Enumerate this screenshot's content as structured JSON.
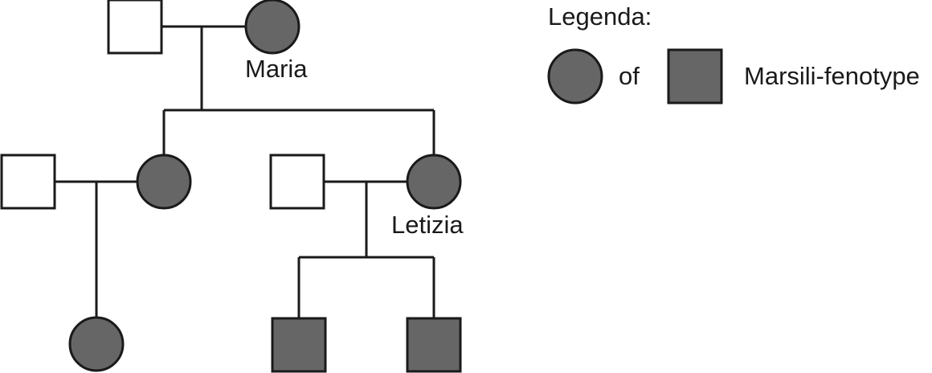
{
  "colors": {
    "affected": "#666666",
    "unaffected": "#ffffff",
    "stroke": "#1a1a1a"
  },
  "labels": {
    "maria": "Maria",
    "letizia": "Letizia"
  },
  "legend": {
    "title": "Legenda:",
    "connector": "of",
    "description": "Marsili-fenotype"
  },
  "individuals": [
    {
      "id": "gen1-father",
      "sex": "male",
      "affected": false
    },
    {
      "id": "maria",
      "sex": "female",
      "affected": true,
      "name": "Maria"
    },
    {
      "id": "gen2-husband-left",
      "sex": "male",
      "affected": false
    },
    {
      "id": "gen2-daughter-left",
      "sex": "female",
      "affected": true
    },
    {
      "id": "gen2-husband-right",
      "sex": "male",
      "affected": false
    },
    {
      "id": "letizia",
      "sex": "female",
      "affected": true,
      "name": "Letizia"
    },
    {
      "id": "gen3-daughter",
      "sex": "female",
      "affected": true
    },
    {
      "id": "gen3-son-1",
      "sex": "male",
      "affected": true
    },
    {
      "id": "gen3-son-2",
      "sex": "male",
      "affected": true
    }
  ]
}
